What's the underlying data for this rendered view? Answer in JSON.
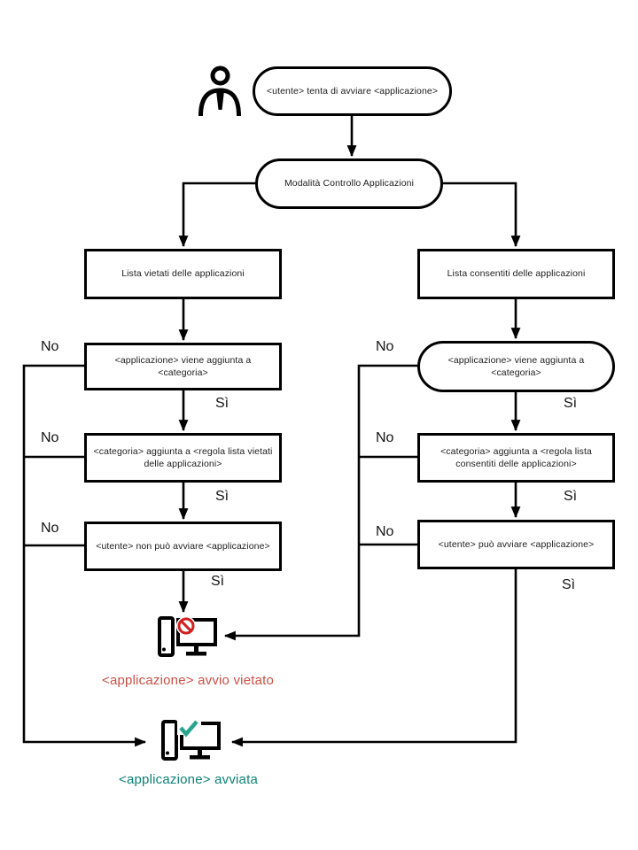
{
  "diagram": {
    "title": "Modalità Controllo Applicazioni",
    "nodes": {
      "start": "<utente> tenta di avviare <applicazione>",
      "mode": "Modalità Controllo Applicazioni",
      "denylist": "Lista vietati delle applicazioni",
      "allowlist": "Lista consentiti delle applicazioni",
      "deny_app_category": "<applicazione> viene aggiunta a <categoria>",
      "allow_app_category": "<applicazione> viene aggiunta a <categoria>",
      "deny_category_rule": "<categoria> aggiunta a <regola lista vietati delle applicazioni>",
      "allow_category_rule": "<categoria> aggiunta a <regola lista consentiti delle applicazioni>",
      "deny_user": "<utente> non può avviare <applicazione>",
      "allow_user": "<utente> può avviare <applicazione>",
      "blocked_caption": "<applicazione> avvio vietato",
      "started_caption": "<applicazione> avviata"
    },
    "labels": {
      "yes": "Sì",
      "no": "No"
    },
    "icons": {
      "person": "person-icon",
      "blocked_computer": "computer-blocked-icon",
      "started_computer": "computer-started-icon"
    },
    "colors": {
      "line": "#000000",
      "blocked_text": "#ca4f44",
      "blocked_sign": "#d21f1f",
      "started_text": "#0c8276",
      "check": "#27a58e"
    }
  }
}
